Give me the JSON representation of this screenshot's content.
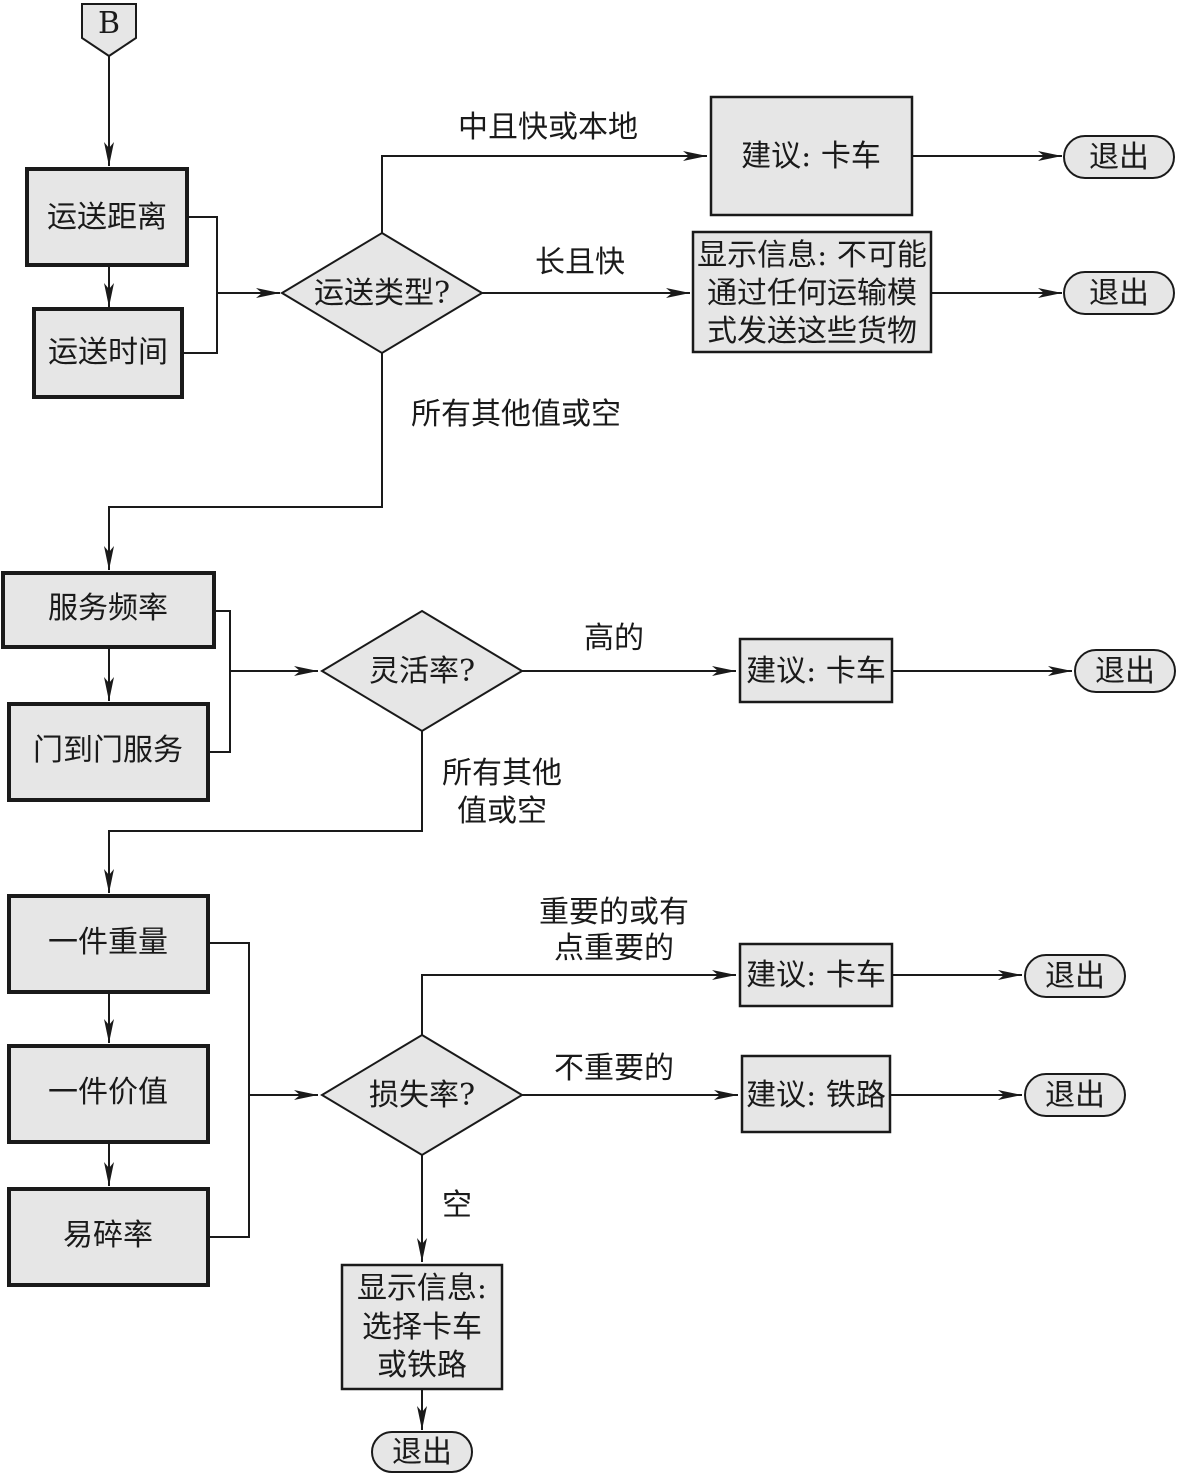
{
  "start": {
    "label": "B"
  },
  "inputs": {
    "distance": "运送距离",
    "time": "运送时间",
    "frequency": "服务频率",
    "door_to_door": "门到门服务",
    "unit_weight": "一件重量",
    "unit_value": "一件价值",
    "fragility": "易碎率"
  },
  "decisions": {
    "delivery_type": "运送类型?",
    "flexibility": "灵活率?",
    "loss_rate": "损失率?"
  },
  "edges": {
    "medium_fast_or_local": "中且快或本地",
    "long_fast": "长且快",
    "all_other_or_empty_1": "所有其他值或空",
    "high": "高的",
    "all_other_or_empty_2_line1": "所有其他",
    "all_other_or_empty_2_line2": "值或空",
    "important_line1": "重要的或有",
    "important_line2": "点重要的",
    "not_important": "不重要的",
    "empty": "空"
  },
  "outcomes": {
    "suggest_truck_1": "建议: 卡车",
    "impossible_line1": "显示信息: 不可能",
    "impossible_line2": "通过任何运输模",
    "impossible_line3": "式发送这些货物",
    "suggest_truck_2": "建议: 卡车",
    "suggest_truck_3": "建议: 卡车",
    "suggest_rail": "建议: 铁路",
    "choose_line1": "显示信息:",
    "choose_line2": "选择卡车",
    "choose_line3": "或铁路"
  },
  "exits": {
    "exit_1": "退出",
    "exit_2": "退出",
    "exit_3": "退出",
    "exit_4": "退出",
    "exit_5": "退出",
    "exit_6": "退出"
  }
}
